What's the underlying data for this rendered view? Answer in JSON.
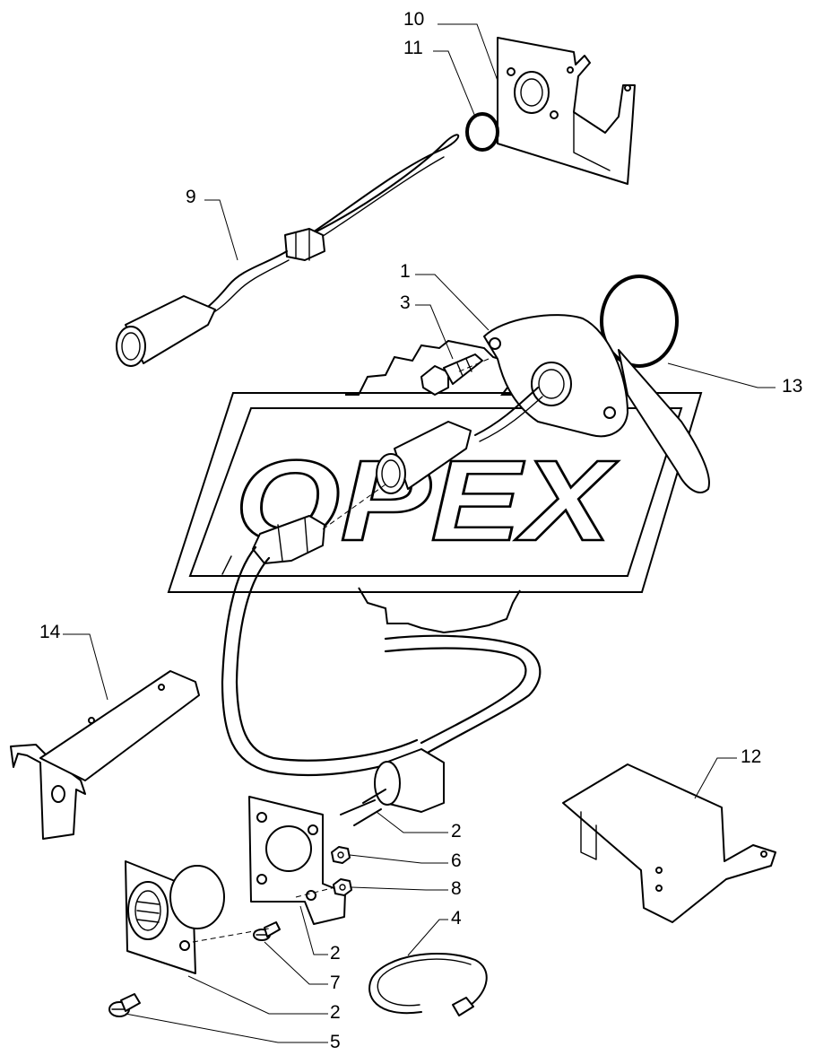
{
  "watermark": {
    "text": "OPEX"
  },
  "callouts": [
    {
      "id": "c10",
      "text": "10"
    },
    {
      "id": "c11",
      "text": "11"
    },
    {
      "id": "c9",
      "text": "9"
    },
    {
      "id": "c1",
      "text": "1"
    },
    {
      "id": "c3",
      "text": "3"
    },
    {
      "id": "c13",
      "text": "13"
    },
    {
      "id": "c14",
      "text": "14"
    },
    {
      "id": "c12",
      "text": "12"
    },
    {
      "id": "c2a",
      "text": "2"
    },
    {
      "id": "c6",
      "text": "6"
    },
    {
      "id": "c8",
      "text": "8"
    },
    {
      "id": "c4",
      "text": "4"
    },
    {
      "id": "c2b",
      "text": "2"
    },
    {
      "id": "c7",
      "text": "7"
    },
    {
      "id": "c2c",
      "text": "2"
    },
    {
      "id": "c5",
      "text": "5"
    }
  ]
}
